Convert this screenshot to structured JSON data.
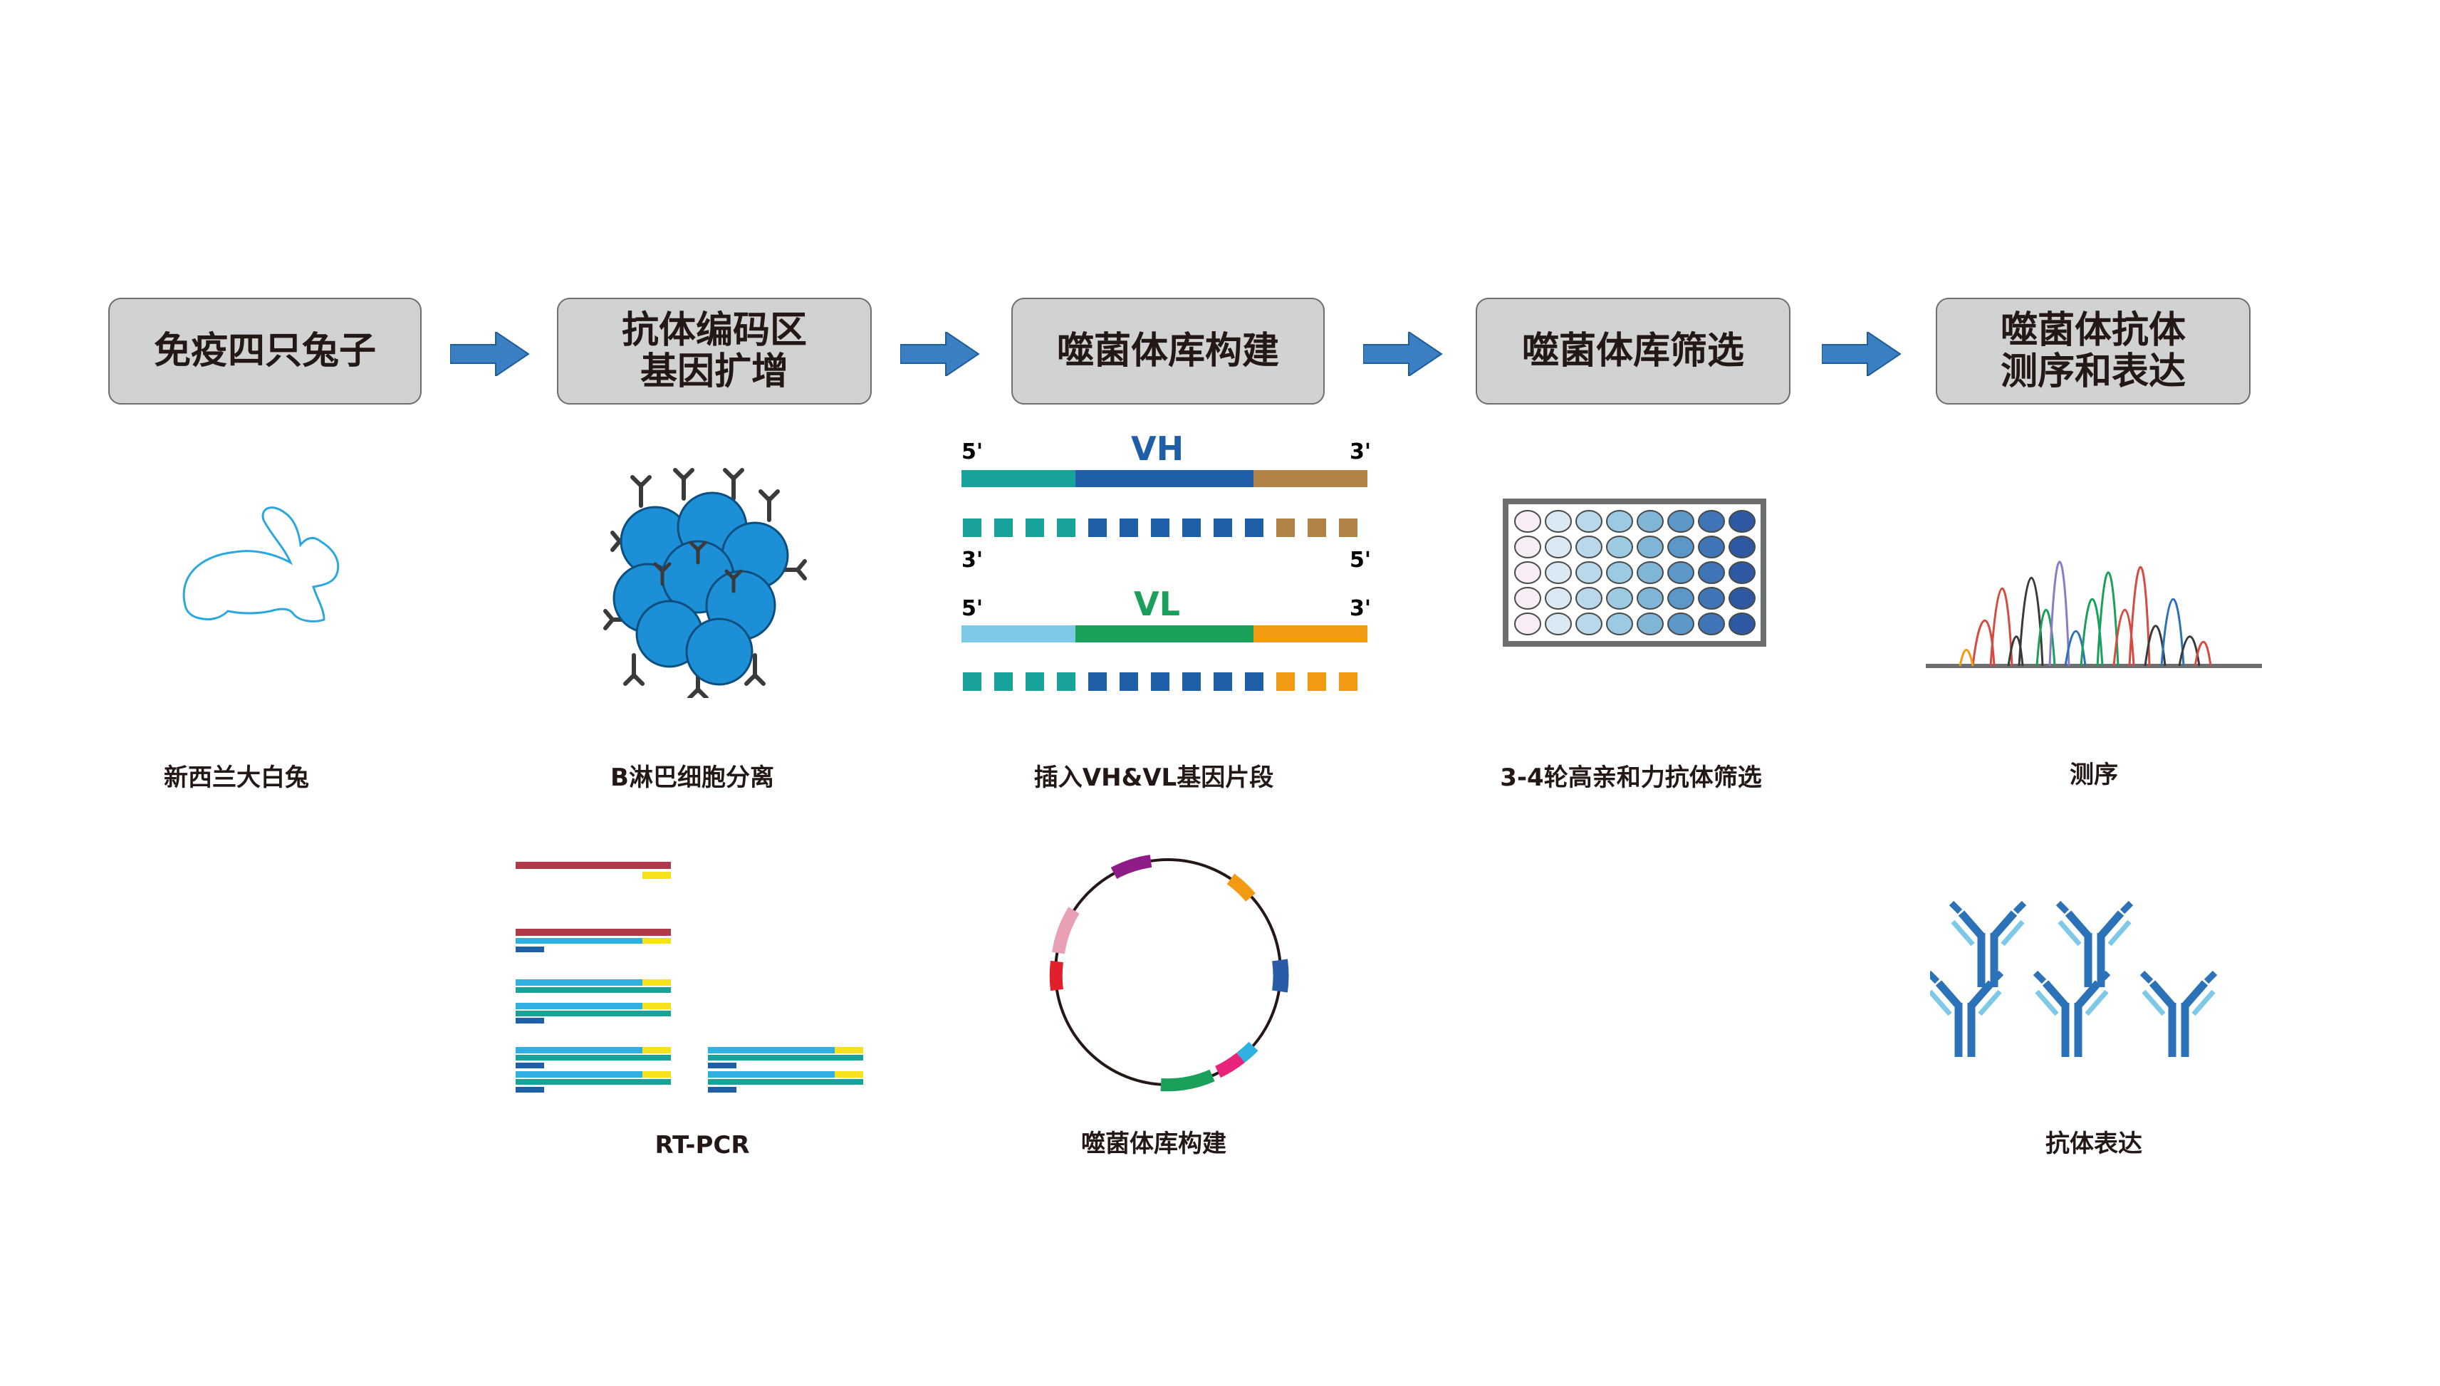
{
  "steps": [
    {
      "line1": "免疫四只兔子",
      "line2": ""
    },
    {
      "line1": "抗体编码区",
      "line2": "基因扩增"
    },
    {
      "line1": "噬菌体库构建",
      "line2": ""
    },
    {
      "line1": "噬菌体库筛选",
      "line2": ""
    },
    {
      "line1": "噬菌体抗体",
      "line2": "测序和表达"
    }
  ],
  "captions": {
    "rabbit": "新西兰大白兔",
    "bcell": "B淋巴细胞分离",
    "insert": "插入VH&VL基因片段",
    "screen": "3-4轮高亲和力抗体筛选",
    "sequencing": "测序",
    "rtpcr": "RT-PCR",
    "library": "噬菌体库构建",
    "expression": "抗体表达"
  },
  "dna": {
    "vh_label": "VH",
    "vl_label": "VL",
    "five_prime": "5'",
    "three_prime": "3'"
  },
  "colors": {
    "arrow": "#3a7fc1",
    "box_fill": "#d1d2d2",
    "rabbit": "#2aa7df",
    "cell": "#1d8fd6",
    "vh": "#1f5fa8",
    "vl": "#1aa05a",
    "teal": "#17a39a",
    "brown": "#b08246",
    "orange": "#f29a12",
    "lightblue": "#7ec8e8",
    "antibody": "#2b72b8"
  },
  "icons": [
    "rabbit-outline-icon",
    "b-cell-cluster-icon",
    "dna-fragment-icon",
    "well-plate-icon",
    "chromatogram-icon",
    "pcr-bands-icon",
    "plasmid-ring-icon",
    "antibody-icon"
  ]
}
